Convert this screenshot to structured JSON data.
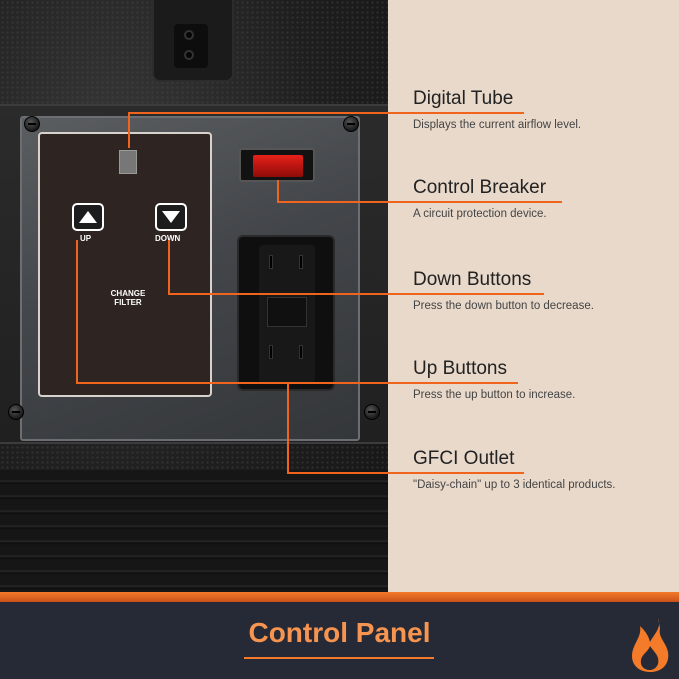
{
  "callouts": [
    {
      "title": "Digital Tube",
      "description": "Displays the current airflow level."
    },
    {
      "title": "Control Breaker",
      "description": "A circuit protection device."
    },
    {
      "title": "Down Buttons",
      "description": "Press the down button to decrease."
    },
    {
      "title": "Up Buttons",
      "description": "Press the up button to increase."
    },
    {
      "title": "GFCI Outlet",
      "description": "\"Daisy-chain\" up to 3 identical products."
    }
  ],
  "panel": {
    "up_label": "UP",
    "down_label": "DOWN",
    "change_filter_line1": "CHANGE",
    "change_filter_line2": "FILTER"
  },
  "footer": {
    "title": "Control Panel"
  },
  "colors": {
    "accent": "#f0641e",
    "footer_bg": "#252a36",
    "side_bg": "#e8d9cb",
    "title_color": "#f79550"
  },
  "icons": [
    "up-arrow-icon",
    "down-arrow-icon",
    "flame-logo-icon"
  ]
}
